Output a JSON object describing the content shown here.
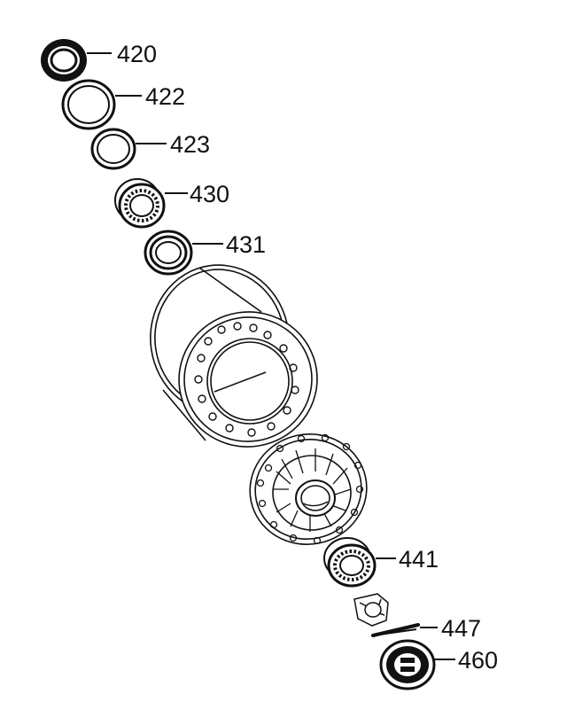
{
  "colors": {
    "ink": "#111111",
    "background": "#ffffff"
  },
  "parts": [
    {
      "id": "part-420",
      "number": "420"
    },
    {
      "id": "part-422",
      "number": "422"
    },
    {
      "id": "part-423",
      "number": "423"
    },
    {
      "id": "part-430",
      "number": "430"
    },
    {
      "id": "part-431",
      "number": "431"
    },
    {
      "id": "part-441",
      "number": "441"
    },
    {
      "id": "part-447",
      "number": "447"
    },
    {
      "id": "part-460",
      "number": "460"
    }
  ]
}
